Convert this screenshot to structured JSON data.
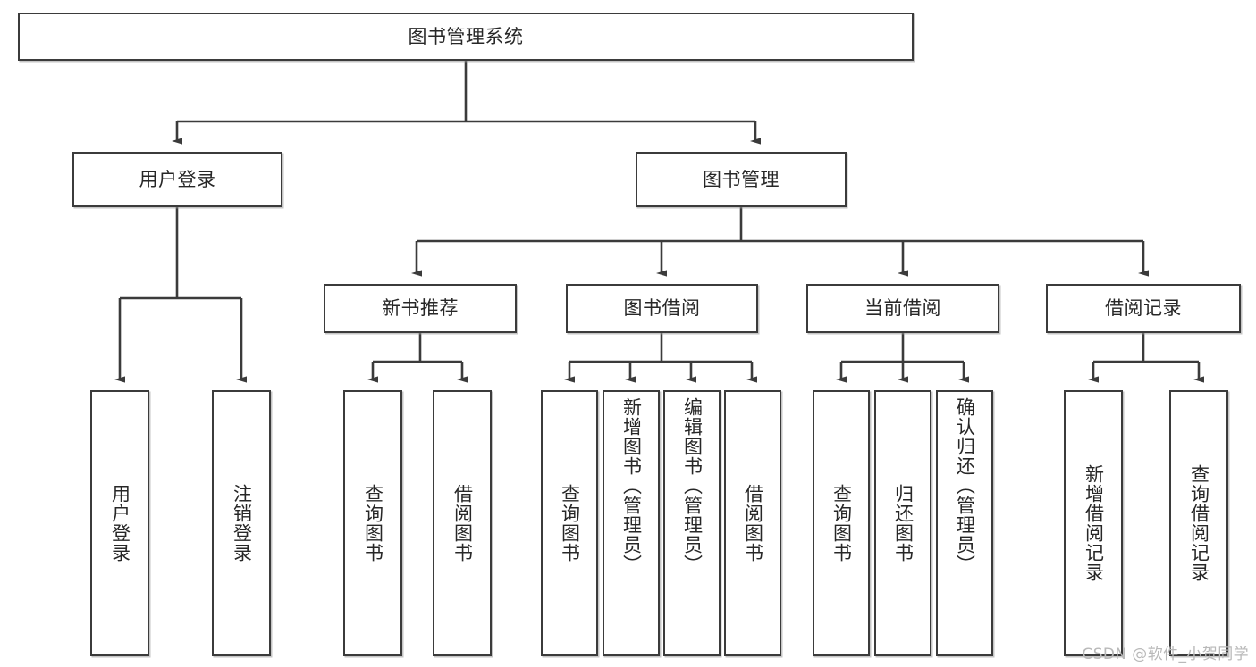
{
  "diagram": {
    "type": "tree-hierarchy",
    "title": "图书管理系统",
    "root": {
      "id": "root",
      "label": "图书管理系统"
    },
    "level2": [
      {
        "id": "user-login",
        "label": "用户登录"
      },
      {
        "id": "book-management",
        "label": "图书管理"
      }
    ],
    "level3": [
      {
        "id": "new-book-recommend",
        "label": "新书推荐"
      },
      {
        "id": "book-borrow",
        "label": "图书借阅"
      },
      {
        "id": "current-borrow",
        "label": "当前借阅"
      },
      {
        "id": "borrow-record",
        "label": "借阅记录"
      }
    ],
    "leaves": [
      {
        "id": "leaf-user-login",
        "label": "用户登录",
        "parent": "user-login"
      },
      {
        "id": "leaf-logout-login",
        "label": "注销登录",
        "parent": "user-login"
      },
      {
        "id": "leaf-query-book-1",
        "label": "查询图书",
        "parent": "new-book-recommend"
      },
      {
        "id": "leaf-borrow-book-1",
        "label": "借阅图书",
        "parent": "new-book-recommend"
      },
      {
        "id": "leaf-query-book-2",
        "label": "查询图书",
        "parent": "book-borrow"
      },
      {
        "id": "leaf-add-book",
        "label": "新增图书（管理员）",
        "parent": "book-borrow"
      },
      {
        "id": "leaf-edit-book",
        "label": "编辑图书（管理员）",
        "parent": "book-borrow"
      },
      {
        "id": "leaf-borrow-book-2",
        "label": "借阅图书",
        "parent": "book-borrow"
      },
      {
        "id": "leaf-query-book-3",
        "label": "查询图书",
        "parent": "current-borrow"
      },
      {
        "id": "leaf-return-book",
        "label": "归还图书",
        "parent": "current-borrow"
      },
      {
        "id": "leaf-confirm-return",
        "label": "确认归还（管理员）",
        "parent": "current-borrow"
      },
      {
        "id": "leaf-add-record",
        "label": "新增借阅记录",
        "parent": "borrow-record"
      },
      {
        "id": "leaf-query-record",
        "label": "查询借阅记录",
        "parent": "borrow-record"
      }
    ],
    "colors": {
      "node_border": "#3b3b3b",
      "node_fill": "#ffffff",
      "edge": "#3b3b3b",
      "text": "#272727",
      "background": "#ffffff",
      "watermark": "#b9b9b9"
    }
  },
  "watermark": {
    "text": "CSDN @软件_小贺同学"
  }
}
